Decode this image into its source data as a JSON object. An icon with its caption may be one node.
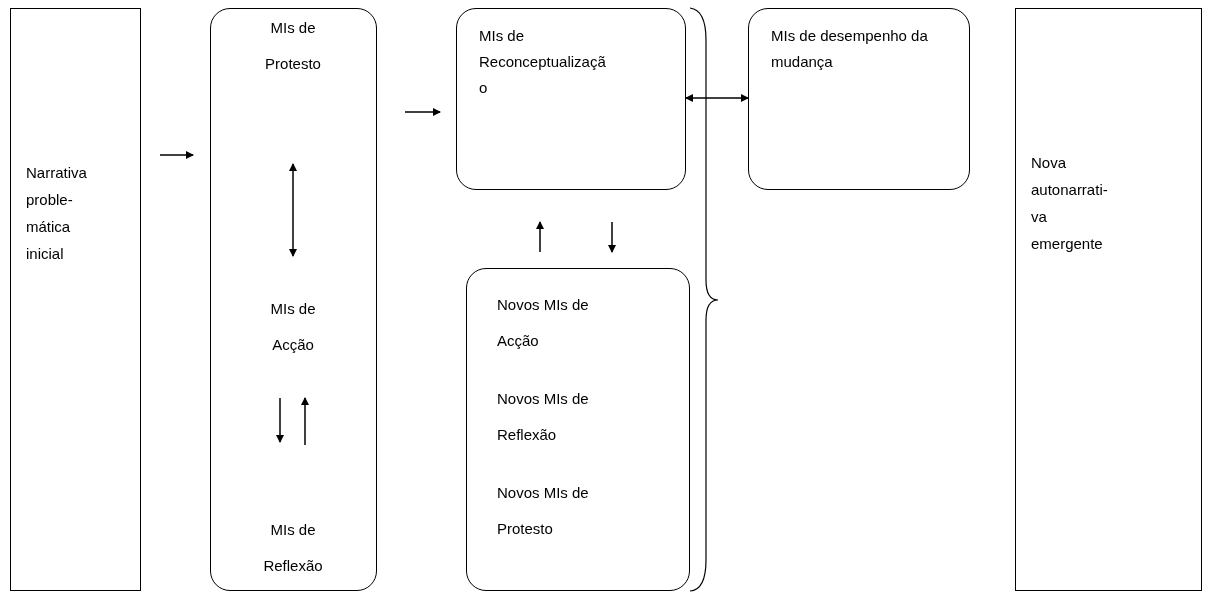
{
  "diagram": {
    "nodes": [
      {
        "text": [
          "Narrativa proble-mática inicial"
        ]
      },
      {
        "text": [],
        "shape": "box"
      },
      {
        "text": [
          "MIs de Protesto"
        ],
        "in": 1
      },
      {
        "text": [
          "MIs de Acção"
        ],
        "in": 1
      },
      {
        "text": [
          "MIs de Reflexão"
        ],
        "in": 1
      },
      {
        "text": [
          "MIs de Reconceptualização"
        ]
      },
      {
        "text": [
          "MIs de desempenho da mudança"
        ]
      },
      {
        "text": [
          "Novos MIs de Acção",
          "Novos MIs de Reflexão",
          "Novos MIs de Protesto"
        ]
      },
      {
        "text": [
          "Nova autonarrati-va emergente"
        ]
      }
    ],
    "edges": [
      {
        "from": 0,
        "to": 1,
        "arrow": "to"
      },
      {
        "from": 1,
        "to": 5,
        "arrow": "to"
      },
      {
        "from": 5,
        "to": 6,
        "arrow": "both"
      },
      {
        "from": 2,
        "to": 3,
        "arrow": "both"
      },
      {
        "from": 3,
        "to": 4,
        "arrow": "to"
      },
      {
        "from": 4,
        "to": 3,
        "arrow": "to"
      },
      {
        "from": 7,
        "to": 5,
        "arrow": "to"
      },
      {
        "from": 5,
        "to": 7,
        "arrow": "to"
      }
    ]
  }
}
